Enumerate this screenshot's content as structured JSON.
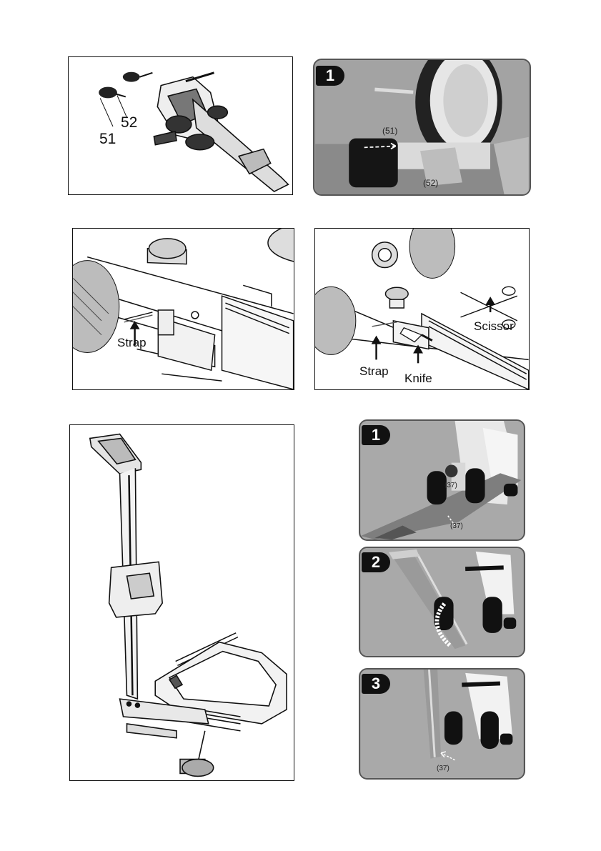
{
  "panel_a": {
    "part_51": "51",
    "part_52": "52"
  },
  "panel_b": {
    "step": "1",
    "callout_51": "(51)",
    "callout_52": "(52)"
  },
  "panel_c": {
    "strap_label": "Strap"
  },
  "panel_d": {
    "strap_label": "Strap",
    "knife_label": "Knife",
    "scissor_label": "Scissor"
  },
  "fold_steps": [
    {
      "step": "1",
      "callouts": [
        "(37)",
        "(37)"
      ]
    },
    {
      "step": "2"
    },
    {
      "step": "3",
      "callouts": [
        "(37)"
      ]
    }
  ]
}
